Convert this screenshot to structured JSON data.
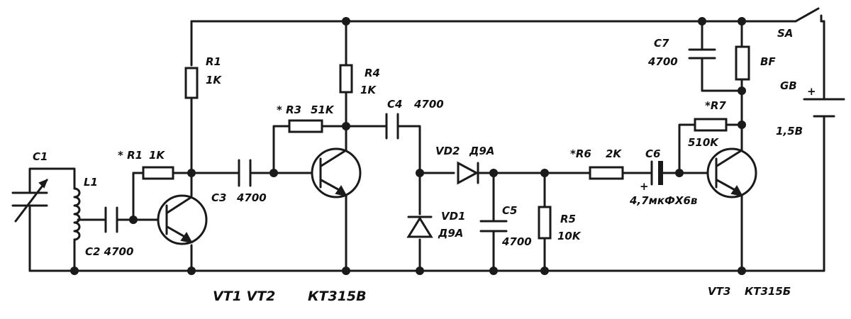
{
  "labels": {
    "c1": "C1",
    "l1": "L1",
    "c2": "C2 4700",
    "r1_vt1": "* R1",
    "r1_vt1_val": "1K",
    "r1": "R1",
    "r1_val": "1K",
    "c3": "C3",
    "c3_val": "4700",
    "r3": "* R3",
    "r3_val": "51K",
    "r4": "R4",
    "r4_val": "1K",
    "c4": "C4",
    "c4_val": "4700",
    "vd2": "VD2",
    "vd2_type": "Д9А",
    "vd1": "VD1",
    "vd1_type": "Д9А",
    "c5": "C5",
    "c5_val": "4700",
    "r5": "R5",
    "r5_val": "10K",
    "r6": "*R6",
    "r6_val": "2K",
    "c6": "C6",
    "c6_plus": "+",
    "c6_val": "4,7мкФХ6в",
    "r7": "*R7",
    "r7_val": "510K",
    "c7": "C7",
    "c7_val": "4700",
    "bf": "BF",
    "sa": "SA",
    "gb": "GB",
    "gb_plus": "+",
    "gb_val": "1,5В",
    "vt12": "VT1 VT2",
    "vt12_type": "КТ315В",
    "vt3": "VT3",
    "vt3_type": "КТ315Б"
  }
}
